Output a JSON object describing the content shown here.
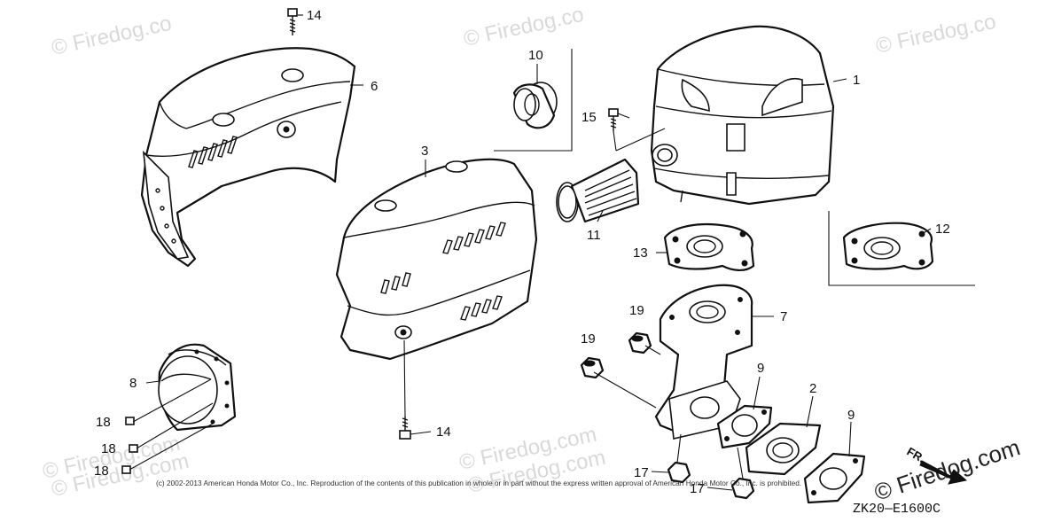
{
  "watermarks": [
    "© Firedog.co",
    "© Firedog.co",
    "© Firedog.co",
    "© Firedog.com",
    "© Firedog.com",
    "© Firedog.com",
    "© Firedog.com"
  ],
  "site_watermark": "© Firedog.com",
  "copyright": "(c) 2002-2013 American Honda Motor Co., Inc. Reproduction of the contents of this publication in whole or in part without the express written approval of American Honda Motor Co., Inc. is prohibited.",
  "diagram_code": "ZK20—E1600C",
  "direction_label": "FR.",
  "callouts": {
    "p1": "1",
    "p2": "2",
    "p3": "3",
    "p6": "6",
    "p7": "7",
    "p8": "8",
    "p9a": "9",
    "p9b": "9",
    "p10": "10",
    "p11": "11",
    "p12": "12",
    "p13": "13",
    "p14a": "14",
    "p14b": "14",
    "p15": "15",
    "p17a": "17",
    "p17b": "17",
    "p18a": "18",
    "p18b": "18",
    "p18c": "18",
    "p19a": "19",
    "p19b": "19"
  }
}
